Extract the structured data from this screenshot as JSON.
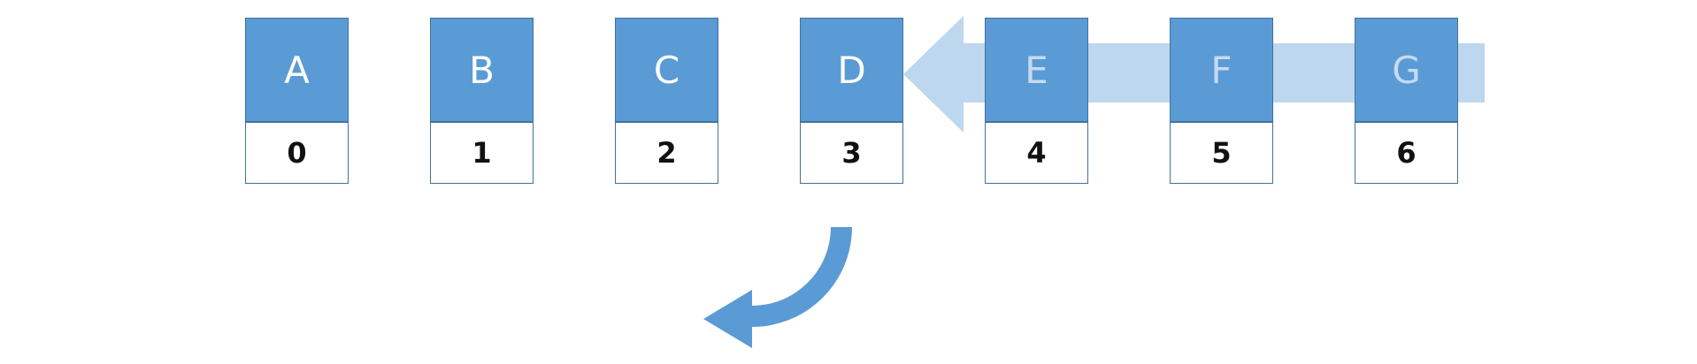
{
  "cells": [
    {
      "letter": "A",
      "index": "0"
    },
    {
      "letter": "B",
      "index": "1"
    },
    {
      "letter": "C",
      "index": "2"
    },
    {
      "letter": "D",
      "index": "3"
    },
    {
      "letter": "E",
      "index": "4"
    },
    {
      "letter": "F",
      "index": "5"
    },
    {
      "letter": "G",
      "index": "6"
    }
  ],
  "colors": {
    "cell_fill": "#5b9bd5",
    "cell_border": "#41719c",
    "shift_arrow": "#bdd7ee",
    "removal_arrow": "#5b9bd5"
  },
  "icons": {
    "shift_arrow": "left-arrow-icon",
    "removal_arrow": "curved-down-left-arrow-icon"
  }
}
